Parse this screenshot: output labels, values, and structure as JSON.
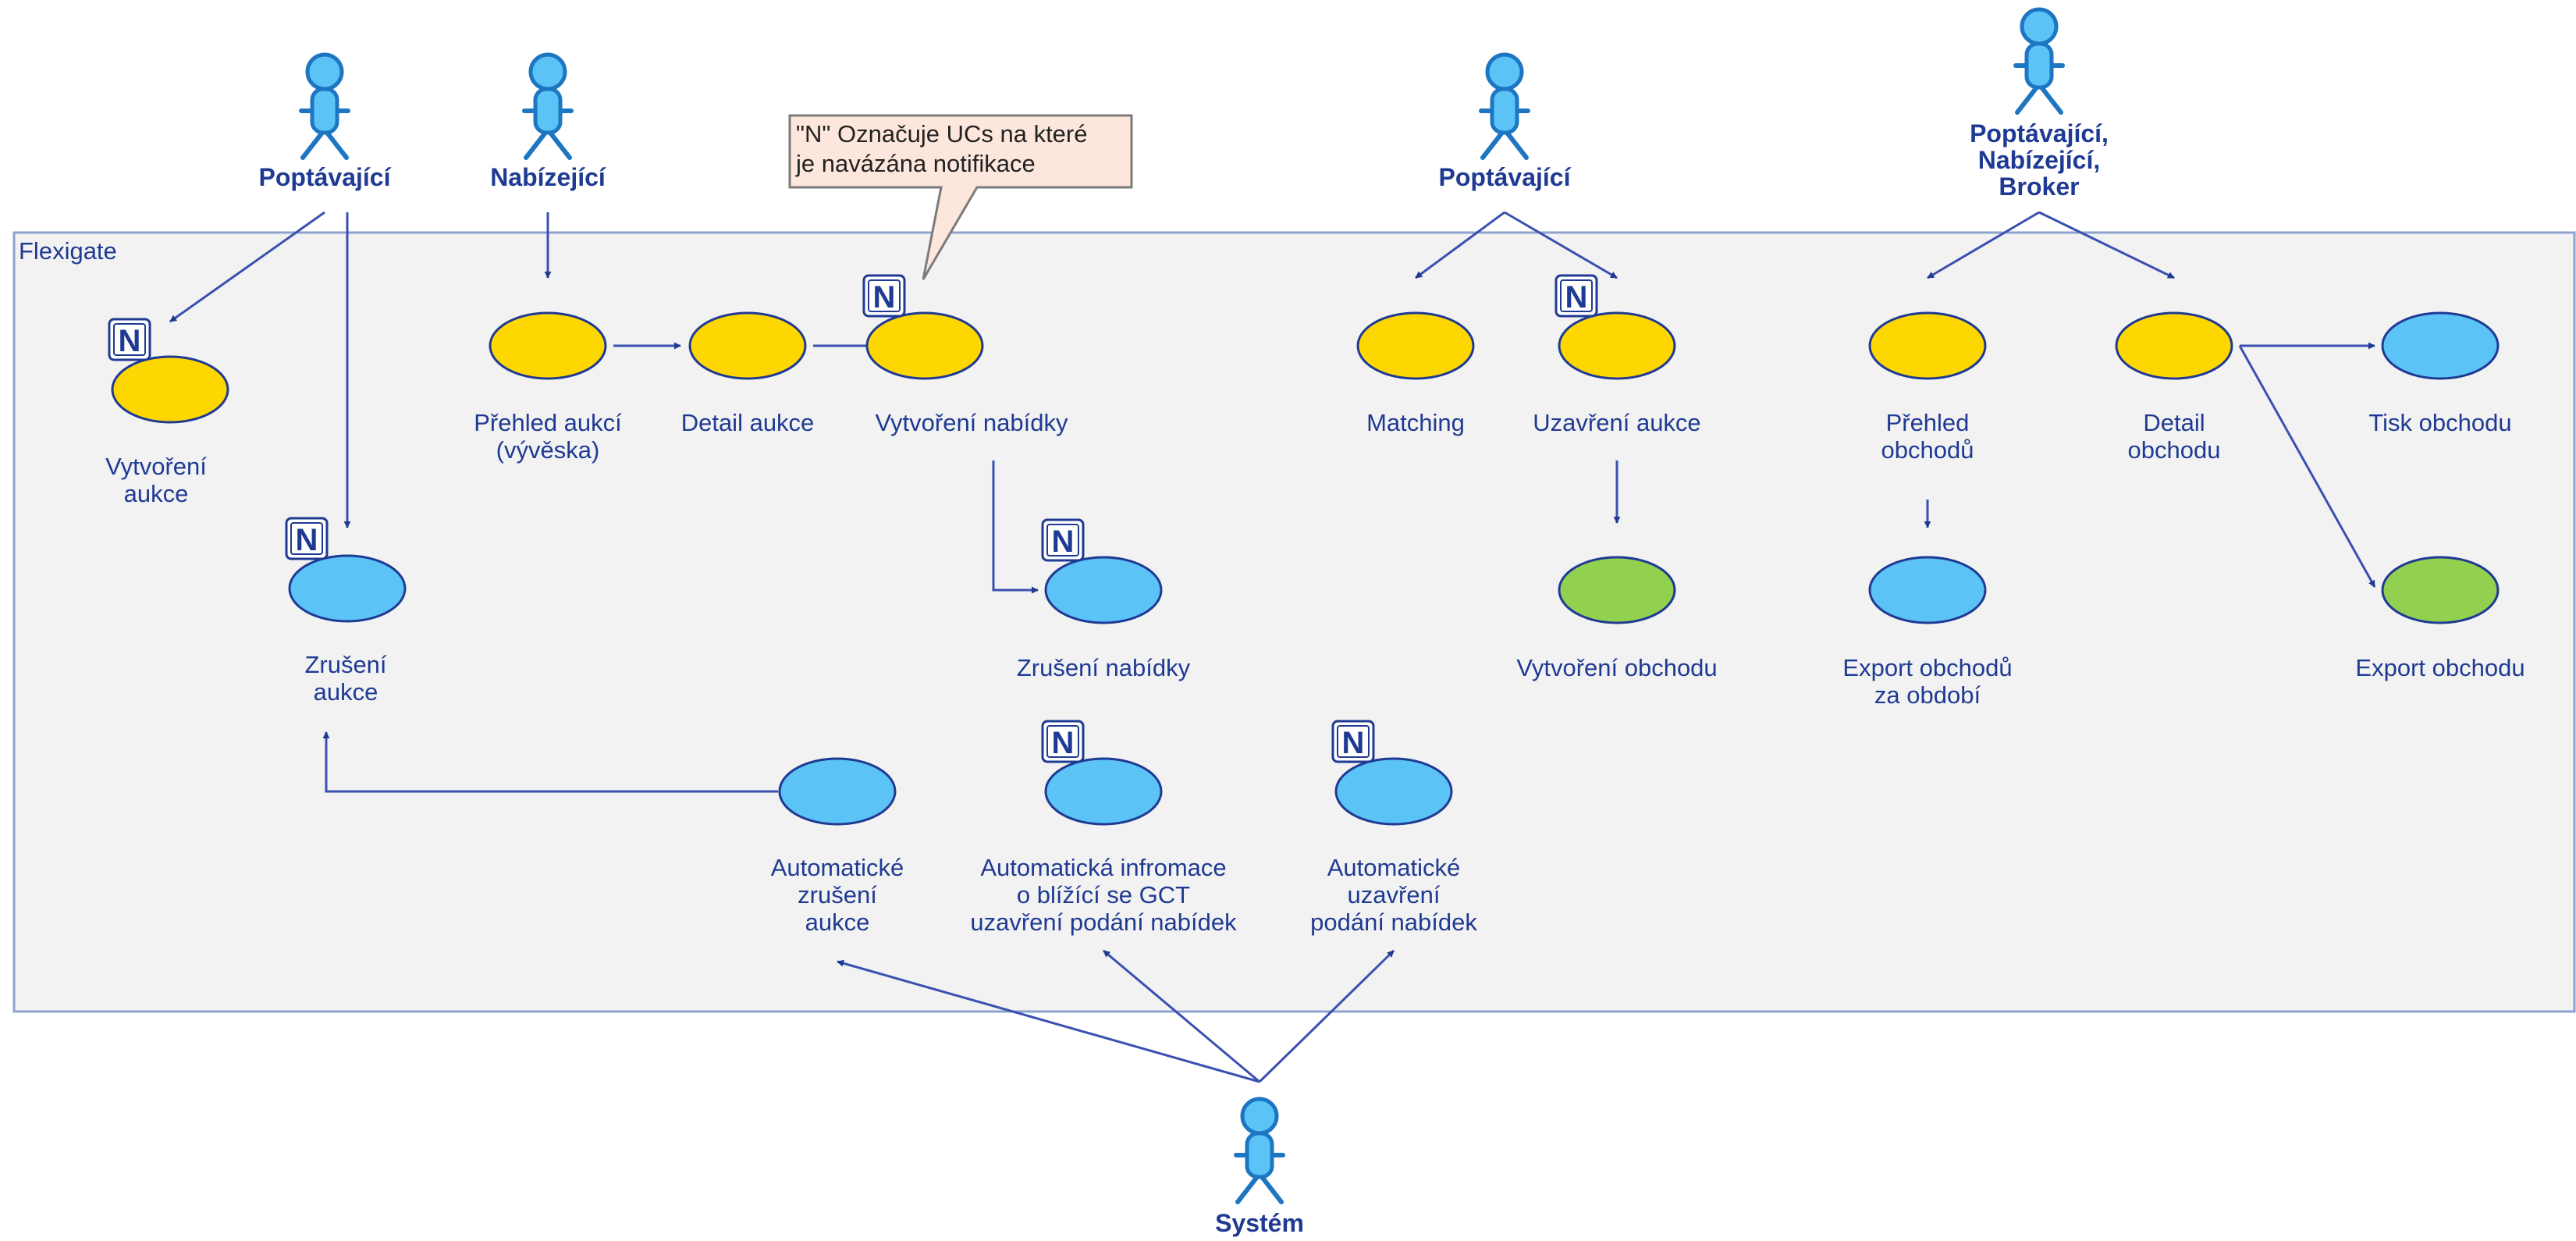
{
  "system_boundary": {
    "label": "Flexigate"
  },
  "note": {
    "lines": [
      "\"N\" Označuje UCs na které",
      "je navázána notifikace"
    ]
  },
  "notification_badge": {
    "letter": "N"
  },
  "actors": [
    {
      "id": "poptavajici-1",
      "lines": [
        "Poptávající"
      ]
    },
    {
      "id": "nabizejici",
      "lines": [
        "Nabízející"
      ]
    },
    {
      "id": "poptavajici-2",
      "lines": [
        "Poptávající"
      ]
    },
    {
      "id": "combined",
      "lines": [
        "Poptávající,",
        "Nabízející,",
        "Broker"
      ]
    },
    {
      "id": "system",
      "lines": [
        "Systém"
      ]
    }
  ],
  "use_cases": [
    {
      "id": "vytvoreni-aukce",
      "lines": [
        "Vytvoření",
        "aukce"
      ],
      "color": "#FFD700",
      "notified": true
    },
    {
      "id": "zruseni-aukce",
      "lines": [
        "Zrušení",
        "aukce"
      ],
      "color": "#5BC3F6",
      "notified": true
    },
    {
      "id": "prehled-aukci",
      "lines": [
        "Přehled aukcí",
        "(vývěska)"
      ],
      "color": "#FFD700",
      "notified": false
    },
    {
      "id": "detail-aukce",
      "lines": [
        "Detail aukce"
      ],
      "color": "#FFD700",
      "notified": false
    },
    {
      "id": "vytvoreni-nabidky",
      "lines": [
        "Vytvoření nabídky"
      ],
      "color": "#FFD700",
      "notified": true
    },
    {
      "id": "zruseni-nabidky",
      "lines": [
        "Zrušení nabídky"
      ],
      "color": "#5BC3F6",
      "notified": true
    },
    {
      "id": "matching",
      "lines": [
        "Matching"
      ],
      "color": "#FFD700",
      "notified": false
    },
    {
      "id": "uzavreni-aukce",
      "lines": [
        "Uzavření aukce"
      ],
      "color": "#FFD700",
      "notified": true
    },
    {
      "id": "vytvoreni-obchodu",
      "lines": [
        "Vytvoření obchodu"
      ],
      "color": "#92D050",
      "notified": false
    },
    {
      "id": "prehled-obchodu",
      "lines": [
        "Přehled",
        "obchodů"
      ],
      "color": "#FFD700",
      "notified": false
    },
    {
      "id": "detail-obchodu",
      "lines": [
        "Detail",
        "obchodu"
      ],
      "color": "#FFD700",
      "notified": false
    },
    {
      "id": "tisk-obchodu",
      "lines": [
        "Tisk obchodu"
      ],
      "color": "#5BC3F6",
      "notified": false
    },
    {
      "id": "export-obchodu-za-obdobi",
      "lines": [
        "Export obchodů",
        "za období"
      ],
      "color": "#5BC3F6",
      "notified": false
    },
    {
      "id": "export-obchodu",
      "lines": [
        "Export obchodu"
      ],
      "color": "#92D050",
      "notified": false
    },
    {
      "id": "automaticke-zruseni-aukce",
      "lines": [
        "Automatické",
        "zrušení",
        "aukce"
      ],
      "color": "#5BC3F6",
      "notified": false
    },
    {
      "id": "automaticka-informace-gct",
      "lines": [
        "Automatická infromace",
        "o blížící se GCT",
        "uzavření podání nabídek"
      ],
      "color": "#5BC3F6",
      "notified": true
    },
    {
      "id": "automaticke-uzavreni-podani",
      "lines": [
        "Automatické",
        "uzavření",
        "podání nabídek"
      ],
      "color": "#5BC3F6",
      "notified": true
    }
  ],
  "relations": [
    {
      "from": "poptavajici-1",
      "to": "vytvoreni-aukce"
    },
    {
      "from": "poptavajici-1",
      "to": "zruseni-aukce"
    },
    {
      "from": "nabizejici",
      "to": "prehled-aukci"
    },
    {
      "from": "prehled-aukci",
      "to": "detail-aukce"
    },
    {
      "from": "detail-aukce",
      "to": "vytvoreni-nabidky"
    },
    {
      "from": "vytvoreni-nabidky",
      "to": "zruseni-nabidky"
    },
    {
      "from": "poptavajici-2",
      "to": "matching"
    },
    {
      "from": "poptavajici-2",
      "to": "uzavreni-aukce"
    },
    {
      "from": "uzavreni-aukce",
      "to": "vytvoreni-obchodu"
    },
    {
      "from": "combined",
      "to": "prehled-obchodu"
    },
    {
      "from": "combined",
      "to": "detail-obchodu"
    },
    {
      "from": "prehled-obchodu",
      "to": "export-obchodu-za-obdobi"
    },
    {
      "from": "detail-obchodu",
      "to": "tisk-obchodu"
    },
    {
      "from": "detail-obchodu",
      "to": "export-obchodu"
    },
    {
      "from": "automaticke-zruseni-aukce",
      "to": "zruseni-aukce"
    },
    {
      "from": "system",
      "to": "automaticke-zruseni-aukce"
    },
    {
      "from": "system",
      "to": "automaticka-informace-gct"
    },
    {
      "from": "system",
      "to": "automaticke-uzavreni-podani"
    }
  ]
}
